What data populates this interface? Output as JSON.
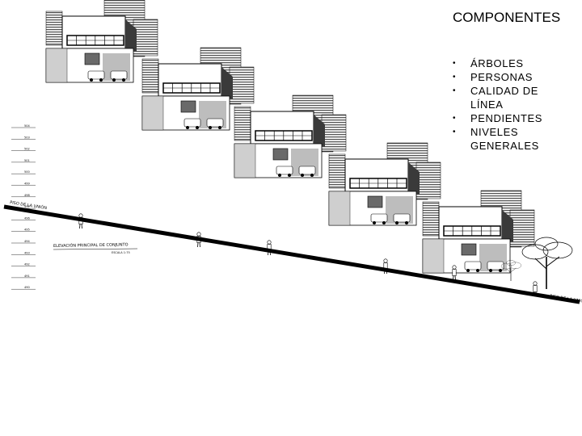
{
  "title": "COMPONENTES",
  "components": [
    "ÁRBOLES",
    "PERSONAS",
    "CALIDAD DE LÍNEA",
    "PENDIENTES",
    "NIVELES GENERALES"
  ],
  "drawing": {
    "caption": "ELEVACIÓN PRINCIPAL DE CONJUNTO",
    "scale": "ESCALA 1:75",
    "ground_label_left": "PISO DE LA UNIÓN",
    "ground_label_right": "PISO DE LA UNIÓN",
    "level_marks": [
      "504",
      "503",
      "502",
      "501",
      "500",
      "499",
      "498",
      "497",
      "496",
      "495",
      "494",
      "493",
      "492",
      "491",
      "490"
    ],
    "house_count": 5,
    "colors": {
      "line": "#000000",
      "gray_hatch": "#555555",
      "light_gray": "#bdbdbd"
    }
  }
}
